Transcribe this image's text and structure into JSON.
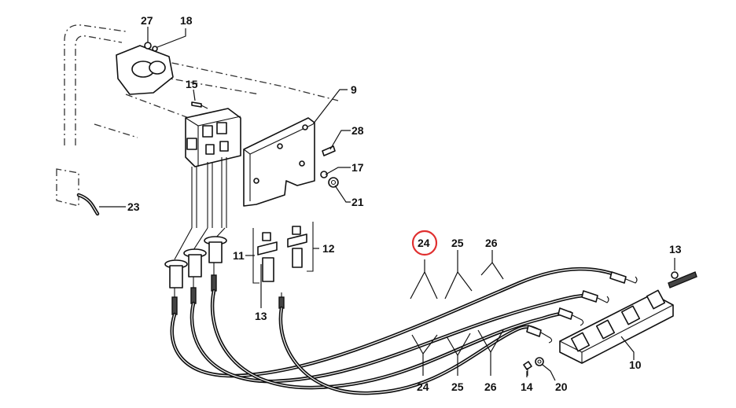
{
  "labels": {
    "l27": "27",
    "l18": "18",
    "l15": "15",
    "l9": "9",
    "l28": "28",
    "l17": "17",
    "l21": "21",
    "l23": "23",
    "l11": "11",
    "l12": "12",
    "l13a": "13",
    "l13b": "13",
    "l24top": "24",
    "l25top": "25",
    "l26top": "26",
    "l24bot": "24",
    "l25bot": "25",
    "l26bot": "26",
    "l10": "10",
    "l14": "14",
    "l20": "20"
  },
  "highlight": {
    "part": "24",
    "color": "#e03030"
  },
  "colors": {
    "ink": "#111111",
    "background": "#ffffff"
  }
}
